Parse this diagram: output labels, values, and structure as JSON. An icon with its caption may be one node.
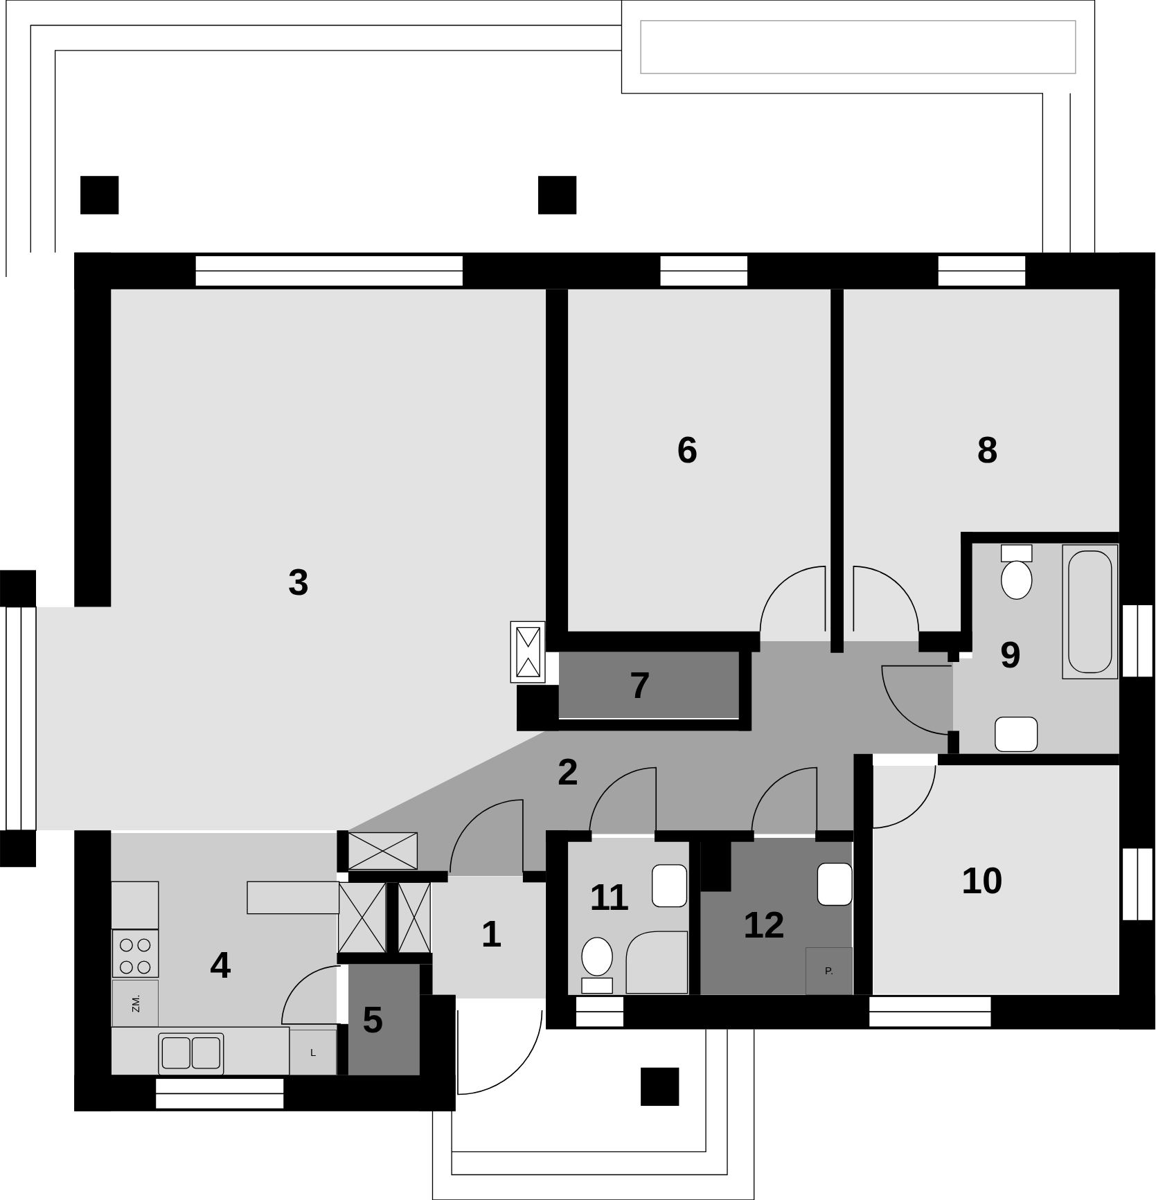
{
  "diagram": {
    "nodes": [
      {
        "text": [
          "3"
        ]
      },
      {
        "text": [
          "6"
        ]
      },
      {
        "text": [
          "8"
        ]
      },
      {
        "text": [
          "9"
        ]
      },
      {
        "text": [
          "7"
        ]
      },
      {
        "text": [
          "2"
        ]
      },
      {
        "text": [
          "10"
        ]
      },
      {
        "text": [
          "11"
        ]
      },
      {
        "text": [
          "1"
        ]
      },
      {
        "text": [
          "12"
        ]
      },
      {
        "text": [
          "4"
        ]
      },
      {
        "text": [
          "5"
        ]
      },
      {
        "text": [
          "ZM."
        ],
        "in": 10
      },
      {
        "text": [
          "L"
        ],
        "in": 10
      },
      {
        "text": [
          "P."
        ],
        "in": 9
      }
    ]
  }
}
